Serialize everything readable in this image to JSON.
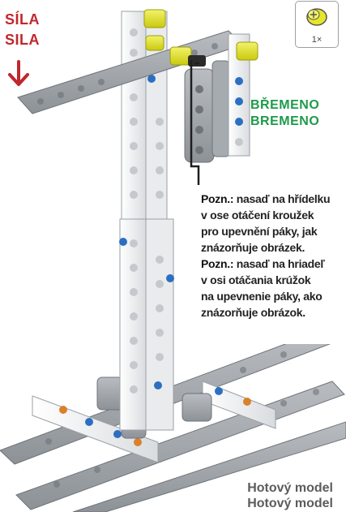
{
  "labels": {
    "force_cz": "SÍLA",
    "force_sk": "SILA",
    "load_cz": "BŘEMENO",
    "load_sk": "BREMENO",
    "parts_qty": "1×"
  },
  "note": {
    "line1_prefix": "Pozn.:",
    "line1_text": " nasaď na hřídelku",
    "line2": "v ose otáčení kroužek",
    "line3": "pro upevnění páky, jak",
    "line4": "znázorňuje obrázek.",
    "line5_prefix": "Pozn.:",
    "line5_text": " nasaď na hriadeľ",
    "line6": "v osi otáčania krúžok",
    "line7": "na upevnenie páky, ako",
    "line8": "znázorňuje obrázok."
  },
  "footer": {
    "done_cz": "Hotový model",
    "done_sk": "Hotový model"
  },
  "colors": {
    "force": "#c0272d",
    "load": "#1e9a4a",
    "beam_gray": "#9ea3a8",
    "beam_white": "#f2f2f2",
    "axle_yellow": "#e6e629",
    "peg_blue": "#2c6fc2",
    "peg_orange": "#d9822b"
  }
}
